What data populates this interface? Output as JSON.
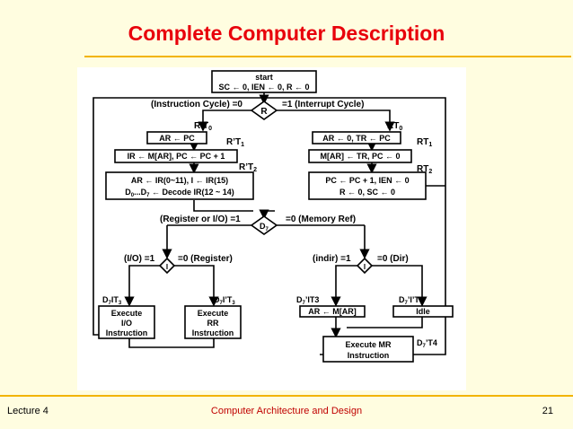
{
  "title": "Complete Computer Description",
  "footer": {
    "left": "Lecture 4",
    "center": "Computer Architecture and Design",
    "right": "21"
  },
  "flowchart": {
    "start_line1": "start",
    "start_line2": "SC ← 0, IEN ← 0, R ← 0",
    "decision_r": "R",
    "r_left": "(Instruction Cycle) =0",
    "r_right": "=1 (Interrupt Cycle)",
    "t_rt0": "R’T",
    "t_rt0_sub": "0",
    "t_rt1": "R’T",
    "t_rt1_sub": "1",
    "t_rt2": "R’T",
    "t_rt2_sub": "2",
    "t_RT0": "RT",
    "t_RT0_sub": "0",
    "t_RT1": "RT",
    "t_RT1_sub": "1",
    "t_RT2": "RT",
    "t_RT2_sub": "2",
    "fetch1": "AR ← PC",
    "fetch2": "IR ← M[AR], PC ← PC + 1",
    "decode_line1": "AR ← IR(0~11), I ← IR(15)",
    "decode_line2_a": "D",
    "decode_line2_a_sub": "0",
    "decode_line2_b": "...D",
    "decode_line2_b_sub": "7",
    "decode_line2_c": " ← Decode IR(12 ~ 14)",
    "int1": "AR ← 0, TR ← PC",
    "int2": "M[AR] ← TR, PC ← 0",
    "int3_line1": "PC ← PC + 1, IEN ← 0",
    "int3_line2": "R ← 0, SC ← 0",
    "decision_d7": "D",
    "decision_d7_sub": "7",
    "d7_left": "(Register or I/O) =1",
    "d7_right": "=0 (Memory Ref)",
    "decision_i_left": "I",
    "il_left": "(I/O) =1",
    "il_right": "=0 (Register)",
    "decision_i_right": "I",
    "ir_left": "(indir) =1",
    "ir_right": "=0 (Dir)",
    "t_d7it3": "D",
    "t_d7it3_sub": "7",
    "t_d7it3_rest": "IT",
    "t_d7it3_sub2": "3",
    "t_d7i3": "D",
    "t_d7i3_sub": "7",
    "t_d7i3_rest": "I’T",
    "t_d7i3_sub2": "3",
    "t_mem_ind": "D",
    "t_mem_ind_sub": "7",
    "t_mem_ind_rest": "’IT3",
    "t_mem_dir": "D",
    "t_mem_dir_sub": "7",
    "t_mem_dir_rest": "’I’T3",
    "t_exec_mr": "D",
    "t_exec_mr_sub": "7",
    "t_exec_mr_rest": "’T4",
    "exec_io": [
      "Execute",
      "I/O",
      "Instruction"
    ],
    "exec_rr": [
      "Execute",
      "RR",
      "Instruction"
    ],
    "indirect": "AR ← M[AR]",
    "idle": "Idle",
    "exec_mr": [
      "Execute MR",
      "Instruction"
    ]
  }
}
